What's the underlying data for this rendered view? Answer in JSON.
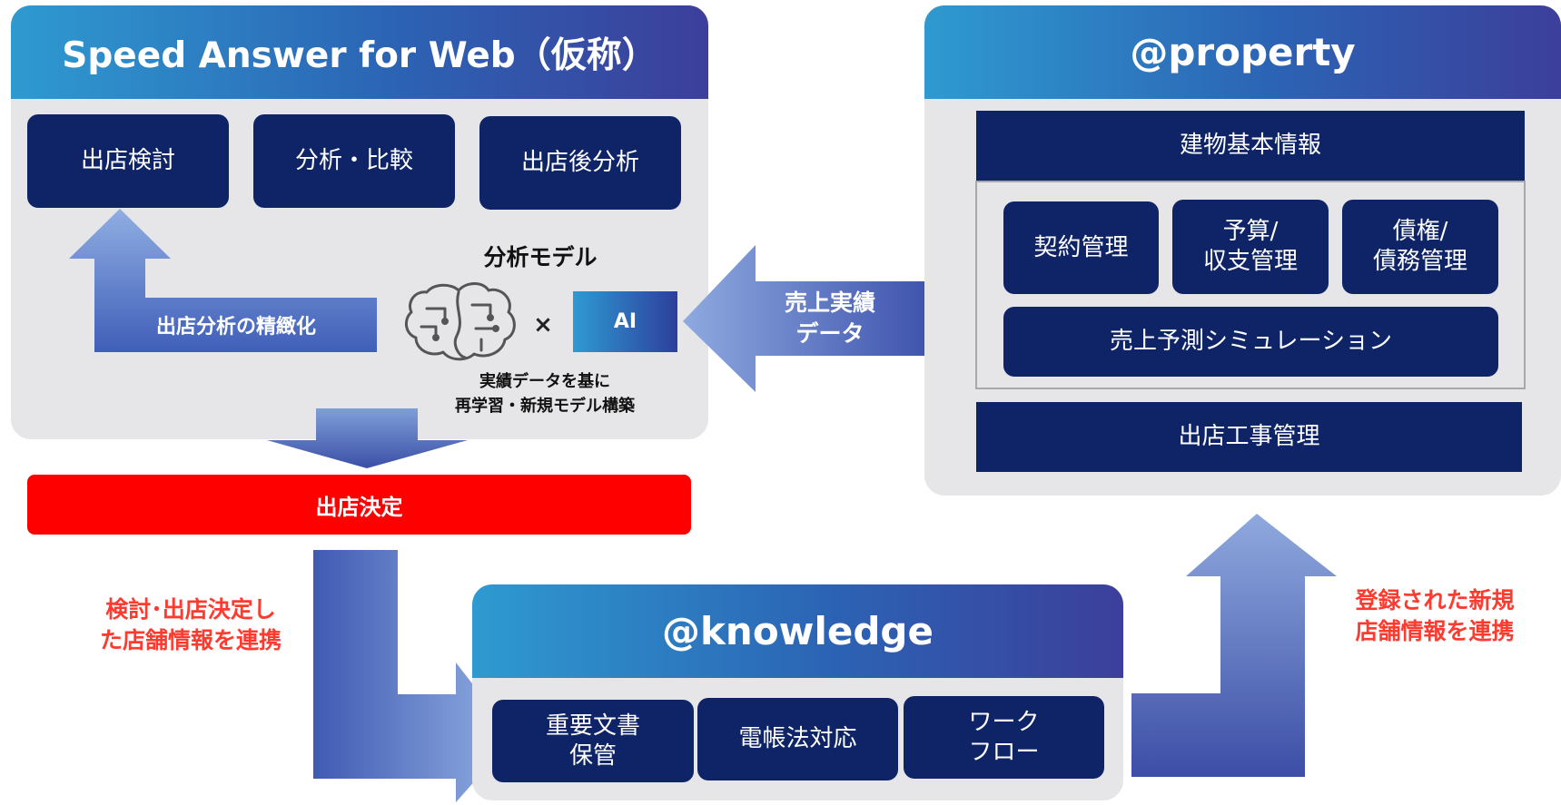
{
  "speed_answer": {
    "title": "Speed Answer for Web（仮称）",
    "boxes": [
      "出店検討",
      "分析・比較",
      "出店後分析"
    ],
    "refinement_label": "出店分析の精緻化",
    "model_title": "分析モデル",
    "times_symbol": "×",
    "ai_label": "AI",
    "model_caption": "実績データを基に\n再学習・新規モデル構築"
  },
  "decision": {
    "label": "出店決定"
  },
  "sales_arrow": {
    "label": "売上実績\nデータ"
  },
  "property": {
    "title": "@property",
    "building_info": "建物基本情報",
    "boxes": [
      "契約管理",
      "予算/\n収支管理",
      "債権/\n債務管理"
    ],
    "forecast": "売上予測シミュレーション",
    "construction": "出店工事管理"
  },
  "knowledge": {
    "title": "@knowledge",
    "boxes": [
      "重要文書\n保管",
      "電帳法対応",
      "ワーク\nフロー"
    ]
  },
  "left_link_label": "検討･出店決定し\nた店舗情報を連携",
  "right_link_label": "登録された新規\n店舗情報を連携",
  "colors": {
    "navy": "#0e2466",
    "red": "#ff0000",
    "panel": "#e6e6e9",
    "link_text": "#ff3b30",
    "header_start": "#2e9ad0",
    "header_end": "#3c3f9b"
  }
}
